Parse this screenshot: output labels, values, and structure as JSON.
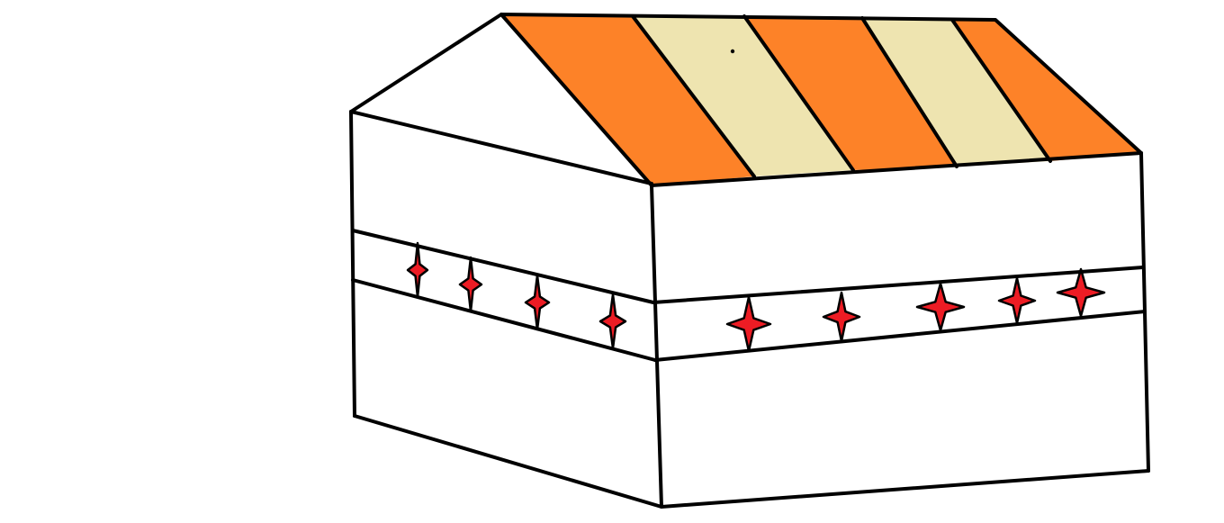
{
  "drawing": {
    "subject": "house",
    "colors": {
      "background": "#ffffff",
      "outline": "#000000",
      "wall": "#ffffff",
      "roof_stripe_orange": "#fd8228",
      "roof_stripe_cream": "#eee4b0",
      "sparkle": "#ed1c24"
    },
    "roof": {
      "stripe_colors": [
        "orange",
        "cream",
        "orange",
        "cream",
        "orange"
      ]
    },
    "side_band": {
      "sparkle_count": 4
    },
    "front_band": {
      "sparkle_count": 5
    }
  }
}
